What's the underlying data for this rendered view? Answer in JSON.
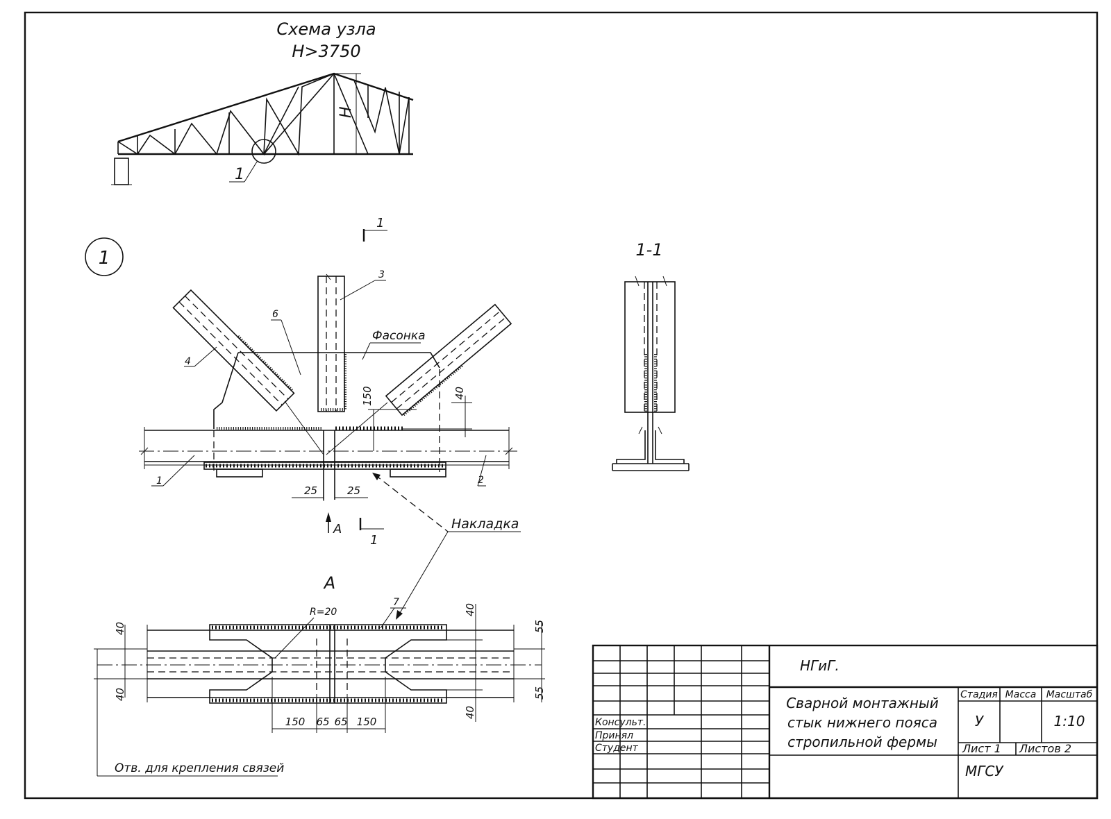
{
  "scheme": {
    "title": "Схема узла",
    "condition": "H>3750",
    "height_label": "H",
    "node_ref": "1"
  },
  "node": {
    "number": "1",
    "section_mark": "1",
    "gusset_label": "Фасонка",
    "cover_plate_label": "Накладка",
    "view_arrow": "A",
    "callouts": [
      "1",
      "2",
      "3",
      "4",
      "6"
    ],
    "dims": {
      "gap_left": "25",
      "gap_right": "25",
      "height": "150",
      "top": "40"
    }
  },
  "section_view": {
    "title": "1-1"
  },
  "plan_view": {
    "title": "A",
    "radius": "R=20",
    "part": "7",
    "dims_left": [
      "40",
      "40"
    ],
    "dims_right": [
      "55",
      "55"
    ],
    "dims_inner": [
      "40",
      "40"
    ],
    "dims_bottom": [
      "150",
      "65",
      "65",
      "150"
    ],
    "note": "Отв. для крепления связей"
  },
  "title_block": {
    "org_code": "НГиГ.",
    "drawing_title_1": "Сварной монтажный",
    "drawing_title_2": "стык нижнего пояса",
    "drawing_title_3": "стропильной фермы",
    "hdr_stage": "Стадия",
    "hdr_mass": "Масса",
    "hdr_scale": "Масштаб",
    "stage": "У",
    "mass": "",
    "scale": "1:10",
    "sheet": "Лист 1",
    "sheets": "Листов 2",
    "university": "МГСУ",
    "role_consult": "Консульт.",
    "role_accepted": "Принял",
    "role_student": "Студент"
  }
}
